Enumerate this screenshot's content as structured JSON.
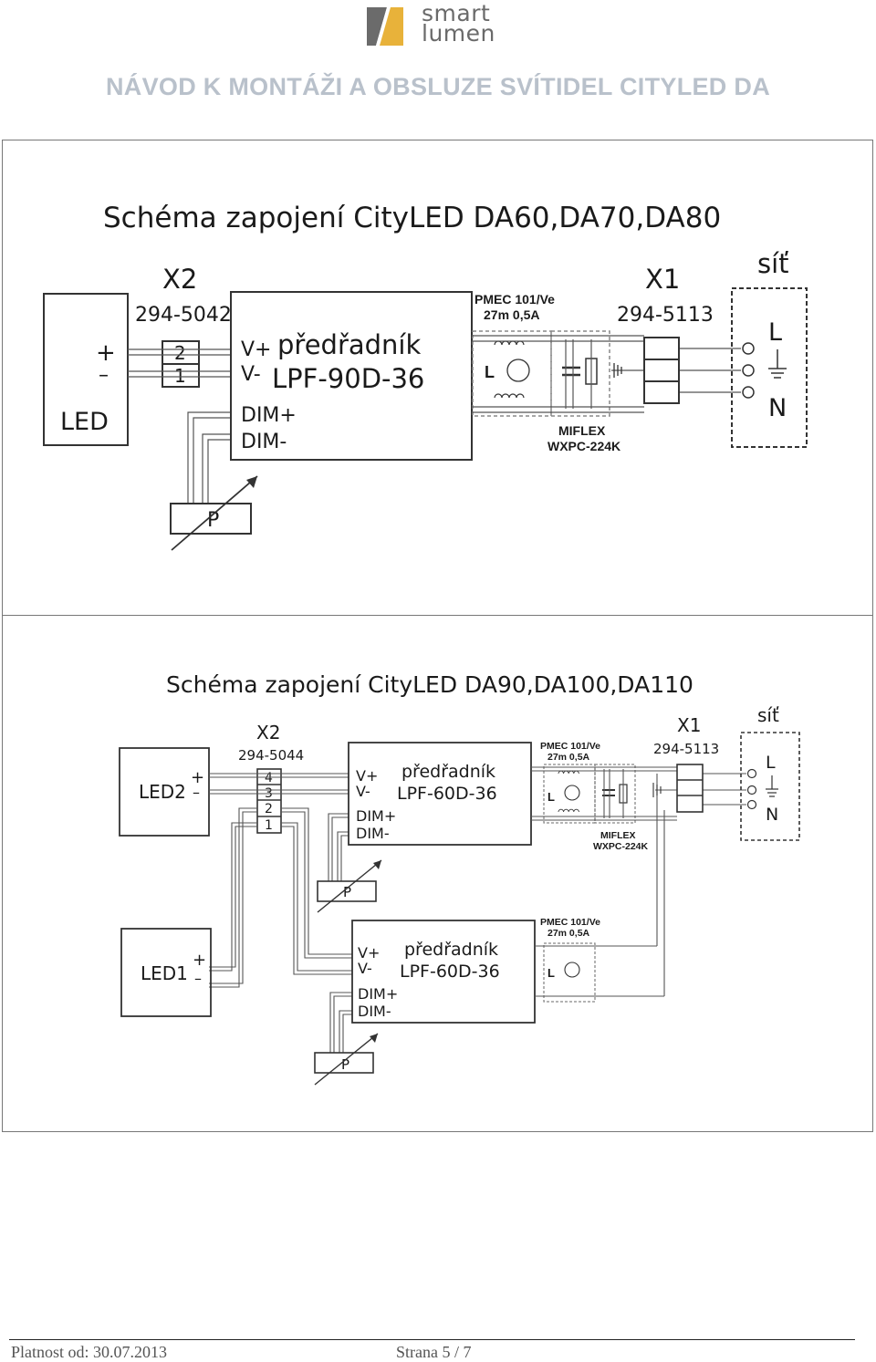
{
  "logo": {
    "line1": "smart",
    "line2": "lumen"
  },
  "heading": "NÁVOD K MONTÁŽI A OBSLUZE SVÍTIDEL CITYLED DA",
  "schema1": {
    "title": "Schéma zapojení CityLED DA60,DA70,DA80",
    "led": {
      "plus": "+",
      "minus": "–",
      "label": "LED"
    },
    "x2": {
      "name": "X2",
      "code": "294-5042",
      "pins": [
        "2",
        "1"
      ]
    },
    "driver": {
      "vplus": "V+",
      "vminus": "V-",
      "name": "předřadník",
      "model": "LPF-90D-36",
      "dimplus": "DIM+",
      "dimminus": "DIM-"
    },
    "pmec": {
      "line1": "PMEC 101/Ve",
      "line2": "27m 0,5A",
      "coil": "L"
    },
    "miflex": {
      "line1": "MIFLEX",
      "line2": "WXPC-224K"
    },
    "x1": {
      "name": "X1",
      "code": "294-5113"
    },
    "mains": {
      "title": "síť",
      "l": "L",
      "n": "N"
    },
    "pot": "P"
  },
  "schema2": {
    "title": "Schéma zapojení CityLED DA90,DA100,DA110",
    "led2": {
      "plus": "+",
      "minus": "–",
      "label": "LED2"
    },
    "led1": {
      "plus": "+",
      "minus": "–",
      "label": "LED1"
    },
    "x2": {
      "name": "X2",
      "code": "294-5044",
      "pins": [
        "4",
        "3",
        "2",
        "1"
      ]
    },
    "driver_a": {
      "vplus": "V+",
      "vminus": "V-",
      "name": "předřadník",
      "model": "LPF-60D-36",
      "dimplus": "DIM+",
      "dimminus": "DIM-"
    },
    "driver_b": {
      "vplus": "V+",
      "vminus": "V-",
      "name": "předřadník",
      "model": "LPF-60D-36",
      "dimplus": "DIM+",
      "dimminus": "DIM-"
    },
    "pmec_a": {
      "line1": "PMEC 101/Ve",
      "line2": "27m 0,5A",
      "coil": "L"
    },
    "pmec_b": {
      "line1": "PMEC 101/Ve",
      "line2": "27m 0,5A",
      "coil": "L"
    },
    "miflex": {
      "line1": "MIFLEX",
      "line2": "WXPC-224K"
    },
    "x1": {
      "name": "X1",
      "code": "294-5113"
    },
    "mains": {
      "title": "síť",
      "l": "L",
      "n": "N"
    },
    "pot_a": "P",
    "pot_b": "P"
  },
  "footer": {
    "validity": "Platnost od: 30.07.2013",
    "page": "Strana 5 / 7"
  }
}
